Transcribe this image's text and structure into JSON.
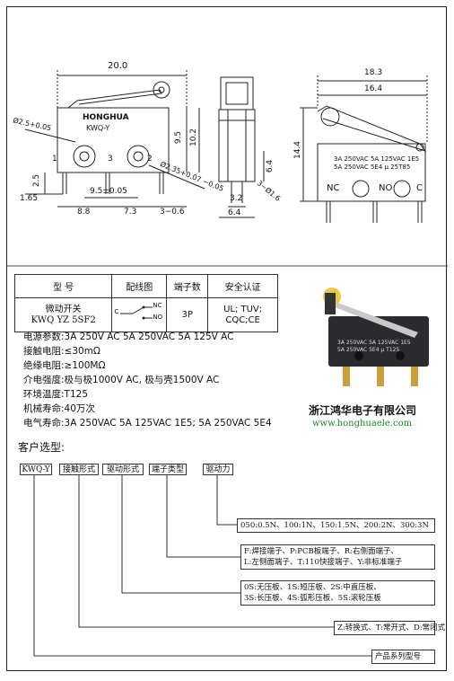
{
  "drawing": {
    "side": {
      "dim_length": "20.0",
      "brand": "HONGHUA",
      "model_mark": "KWQ-Y",
      "dim_hole_dia": "Ø2.5+0.05",
      "dim_height_a": "9.5",
      "dim_height_b": "10.2",
      "dim_2_5": "2.5",
      "dim_1_65": "1.65",
      "dim_pitch": "9.5±0.05",
      "dim_8_8": "8.8",
      "dim_7_3": "7.3",
      "dim_3_06": "3−0.6",
      "dim_hole2": "Ø2.35+0.07 −0.05",
      "pin_1": "1",
      "pin_2": "2",
      "pin_3": "3"
    },
    "front": {
      "dim_6_4": "6.4",
      "dim_3_2": "3.2",
      "dim_6_4b": "6.4",
      "dim_hole": "3−Ø1.6"
    },
    "right": {
      "dim_18_3": "18.3",
      "dim_16_4": "16.4",
      "dim_14_4": "14.4",
      "rating_1": "3A 250VAC 5A 125VAC 1E5",
      "rating_2": "5A 250VAC 5E4  µ 25T85",
      "term_nc": "NC",
      "term_no": "NO",
      "term_c": "C"
    }
  },
  "table": {
    "headers": [
      "型    号",
      "配线图",
      "端子数",
      "安全认证"
    ],
    "row": {
      "model_line1": "微动开关",
      "model_line2": "KWQ YZ 5SF2",
      "wiring_nc": "NC",
      "wiring_no": "NO",
      "wiring_c": "C",
      "terminals": "3P",
      "cert_line1": "UL; TUV;",
      "cert_line2": "CQC;CE"
    }
  },
  "specs": [
    {
      "label": "电源参数:",
      "value": "3A 250V AC 5A 250VAC  5A 125V AC"
    },
    {
      "label": "接触电阻:",
      "value": "≤30mΩ"
    },
    {
      "label": "绝缘电阻:",
      "value": "≥100MΩ"
    },
    {
      "label": "介电强度:",
      "value": "极与极1000V AC, 极与壳1500V AC"
    },
    {
      "label": "环境温度:",
      "value": "T125"
    },
    {
      "label": "机械寿命:",
      "value": "40万次"
    },
    {
      "label": "电气寿命:",
      "value": "3A 250VAC 5A 125VAC  1E5;  5A 250VAC 5E4"
    }
  ],
  "photo": {
    "rating_1": "3A 250VAC 5A 125VAC 1E5",
    "rating_2": "5A 250VAC 5E4  µ  T125"
  },
  "company": {
    "name": "浙江鸿华电子有限公司",
    "url": "www.honghuaele.com"
  },
  "selection": {
    "title": "客户选型:",
    "codes": [
      "KWQ-Y",
      "接触形式",
      "驱动形式",
      "端子类型",
      "驱动力"
    ],
    "options": [
      {
        "line1": "050:0.5N、100:1N、150:1.5N、200:2N、300:3N",
        "line2": ""
      },
      {
        "line1": "F:焊接端子、P:PCB板端子、R:右侧面端子、",
        "line2": "L:左侧面端子、T:110快接端子、Y:非标准端子"
      },
      {
        "line1": "0S:无压板、1S:短压板、2S:中直压板、",
        "line2": "3S:长压板、4S:弧形压板、5S:滚轮压板"
      },
      {
        "line1": "Z:转换式、T:常开式、D:常闭式",
        "line2": ""
      },
      {
        "line1": "产品系列型号",
        "line2": ""
      }
    ]
  }
}
